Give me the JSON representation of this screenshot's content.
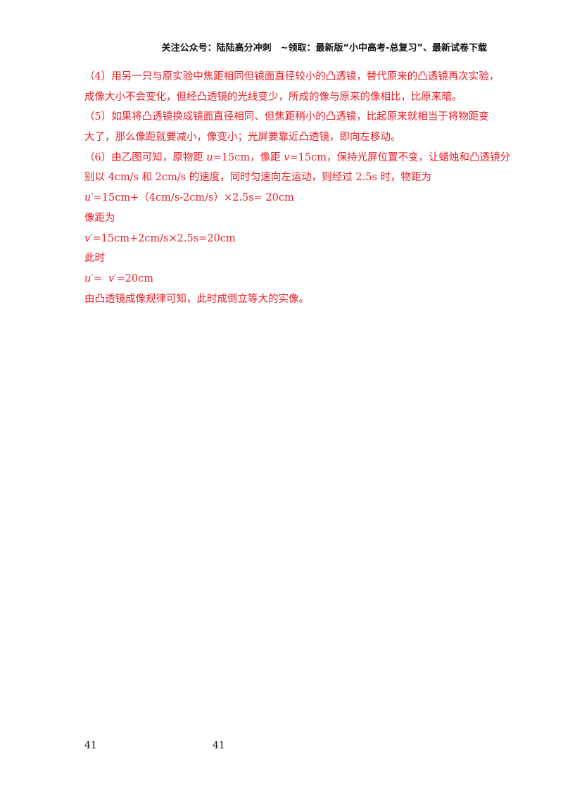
{
  "header": {
    "text": "关注公众号：陆陆高分冲刺　~领取：最新版“小中高考-总复习”、最新试卷下载"
  },
  "content": {
    "p4_line1": "（4）用另一只与原实验中焦距相同但镜面直径较小的凸透镜，替代原来的凸透镜再次实验，",
    "p4_line2": "成像大小不会变化，但经凸透镜的光线变少，所成的像与原来的像相比，比原来暗。",
    "p5_line1": "（5）如果将凸透镜换成镜面直径相同、但焦距稍小的凸透镜，比起原来就相当于将物距变",
    "p5_line2": "大了，那么像距就要减小，像变小；光屏要靠近凸透镜，即向左移动。",
    "p6_line1_a": "（6）由乙图可知，原物距 ",
    "p6_line1_u": "u",
    "p6_line1_b": "=15cm，像距 ",
    "p6_line1_v": "v",
    "p6_line1_c": "=15cm，保持光屏位置不变，让蜡烛和凸透镜分",
    "p6_line2": "别以 4cm/s 和 2cm/s 的速度，同时匀速向左运动，则经过 2.5s 时，物距为",
    "eq1_var": "u",
    "eq1_rest": "′=15cm+（4cm/s-2cm/s）×2.5s= 20cm",
    "label_image_distance": "像距为",
    "eq2_var": "v",
    "eq2_rest": "′=15cm+2cm/s×2.5s=20cm",
    "label_now": "此时",
    "eq3_u": "u",
    "eq3_mid": "′=  ",
    "eq3_v": "v",
    "eq3_rest": "′=20cm",
    "conclusion": "由凸透镜成像规律可知，此时成倒立等大的实像。"
  },
  "footer": {
    "page_left": "41",
    "page_center": "41"
  }
}
